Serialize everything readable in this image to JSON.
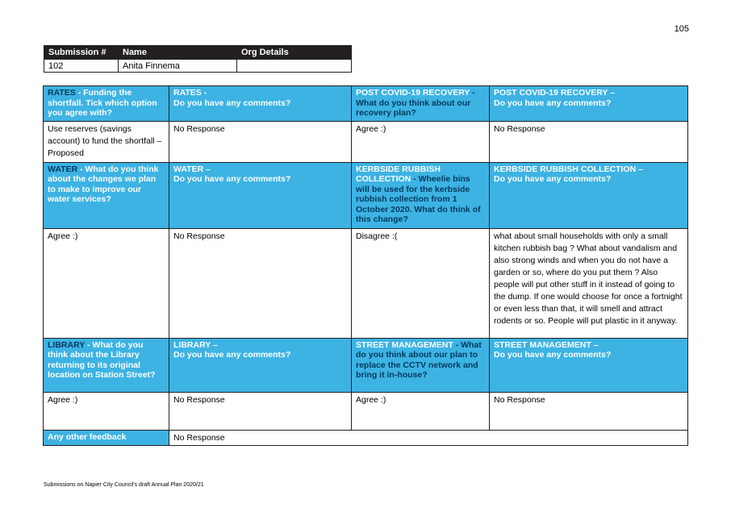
{
  "page_number": "105",
  "submission": {
    "headers": [
      "Submission #",
      "Name",
      "Org Details"
    ],
    "number": "102",
    "name": "Anita Finnema",
    "org": ""
  },
  "rates": {
    "q1_title": "RATES",
    "q1_text": " - Funding the shortfall. Tick which option you agree with?",
    "q2_title": "RATES -",
    "q2_text": "Do you have any comments?",
    "q3_title": "POST COVID-19 RECOVERY",
    "q3_text": " - What do you think about our recovery plan?",
    "q4_title": "POST COVID-19 RECOVERY –",
    "q4_text": "Do you have any comments?",
    "a1": "Use reserves (savings account) to fund the shortfall – Proposed",
    "a2": "No Response",
    "a3": "Agree :)",
    "a4": "No Response"
  },
  "water": {
    "q1_title": "WATER",
    "q1_text": " - What do you think about the changes we plan to make to improve our water services?",
    "q2_title": "WATER –",
    "q2_text": "Do you have any comments?",
    "q3_title": "KERBSIDE RUBBISH COLLECTION",
    "q3_text": " - Wheelie bins will be used for the kerbside rubbish collection from 1 October 2020. What do think of this change?",
    "q4_title": "KERBSIDE RUBBISH COLLECTION –",
    "q4_text": "Do you have any comments?",
    "a1": "Agree :)",
    "a2": "No Response",
    "a3": "Disagree :(",
    "a4": "what about small households with only a  small kitchen rubbish bag  ? What about vandalism and also strong winds and when you do not have a garden or so, where do you put them ? Also people will put other stuff in it instead of going to the dump. If one would choose for once a fortnight or even less than that, it will smell and attract rodents or so. People will put plastic in it anyway."
  },
  "library": {
    "q1_title": "LIBRARY",
    "q1_text": " - What do you think about the Library returning to its original location on Station Street?",
    "q2_title": "LIBRARY –",
    "q2_text": "Do you have any comments?",
    "q3_title": "STREET MANAGEMENT",
    "q3_text": " - What do you think about our plan to replace the CCTV network and bring it in-house?",
    "q4_title": "STREET MANAGEMENT –",
    "q4_text": "Do you have any comments?",
    "a1": "Agree :)",
    "a2": "No Response",
    "a3": "Agree :)",
    "a4": "No Response"
  },
  "other": {
    "label": "Any other feedback",
    "value": "No Response"
  },
  "footer": "Submissions on Napier City Council's draft Annual Plan 2020/21",
  "colors": {
    "header_bg": "#3db3e3",
    "header_accent": "#003a5d",
    "dark_header": "#231f20"
  }
}
